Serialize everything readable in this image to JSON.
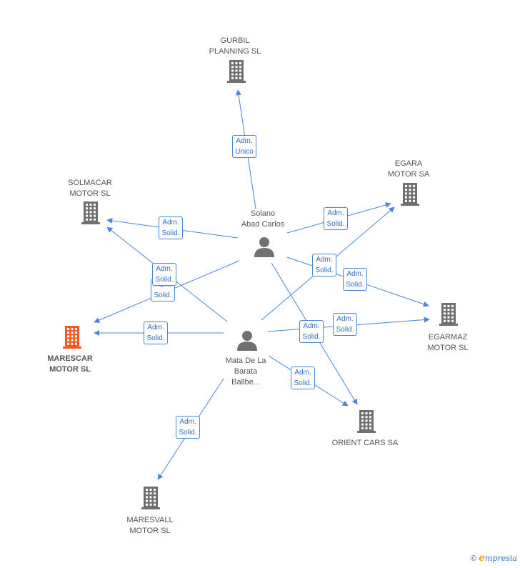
{
  "nodes": {
    "gurbil": {
      "label": "GURBIL\nPLANNING SL",
      "type": "company"
    },
    "egara": {
      "label": "EGARA\nMOTOR SA",
      "type": "company"
    },
    "solmacar": {
      "label": "SOLMACAR\nMOTOR  SL",
      "type": "company"
    },
    "marescar": {
      "label": "MARESCAR\nMOTOR SL",
      "type": "company",
      "focus": true
    },
    "egarmaz": {
      "label": "EGARMAZ\nMOTOR SL",
      "type": "company"
    },
    "orient": {
      "label": "ORIENT CARS SA",
      "type": "company"
    },
    "maresvall": {
      "label": "MARESVALL\nMOTOR SL",
      "type": "company"
    },
    "solano": {
      "label": "Solano\nAbad Carlos",
      "type": "person"
    },
    "mata": {
      "label": "Mata De La\nBarata\nBallbe...",
      "type": "person"
    }
  },
  "edges": [
    {
      "from": "solano",
      "to": "gurbil",
      "label": "Adm.\nUnico"
    },
    {
      "from": "solano",
      "to": "solmacar",
      "label": "Adm.\nSolid."
    },
    {
      "from": "solano",
      "to": "egara",
      "label": "Adm.\nSolid."
    },
    {
      "from": "solano",
      "to": "marescar",
      "label": "Adm.\nSolid."
    },
    {
      "from": "solano",
      "to": "egarmaz",
      "label": "Adm.\nSolid."
    },
    {
      "from": "solano",
      "to": "orient",
      "label": "Adm.\nSolid."
    },
    {
      "from": "mata",
      "to": "solmacar",
      "label": "Adm.\nSolid."
    },
    {
      "from": "mata",
      "to": "marescar",
      "label": "Adm.\nSolid."
    },
    {
      "from": "mata",
      "to": "egara",
      "label": "Adm.\nSolid."
    },
    {
      "from": "mata",
      "to": "egarmaz",
      "label": "Adm.\nSolid."
    },
    {
      "from": "mata",
      "to": "orient",
      "label": "Adm.\nSolid."
    },
    {
      "from": "mata",
      "to": "maresvall",
      "label": "Adm.\nSolid."
    }
  ],
  "colors": {
    "edge": "#4a86d4",
    "company_icon": "#707070",
    "focus_icon": "#f05a28",
    "person_icon": "#707070"
  },
  "footer": {
    "copyright": "©",
    "brand_e": "e",
    "brand_rest": "mpresia"
  }
}
